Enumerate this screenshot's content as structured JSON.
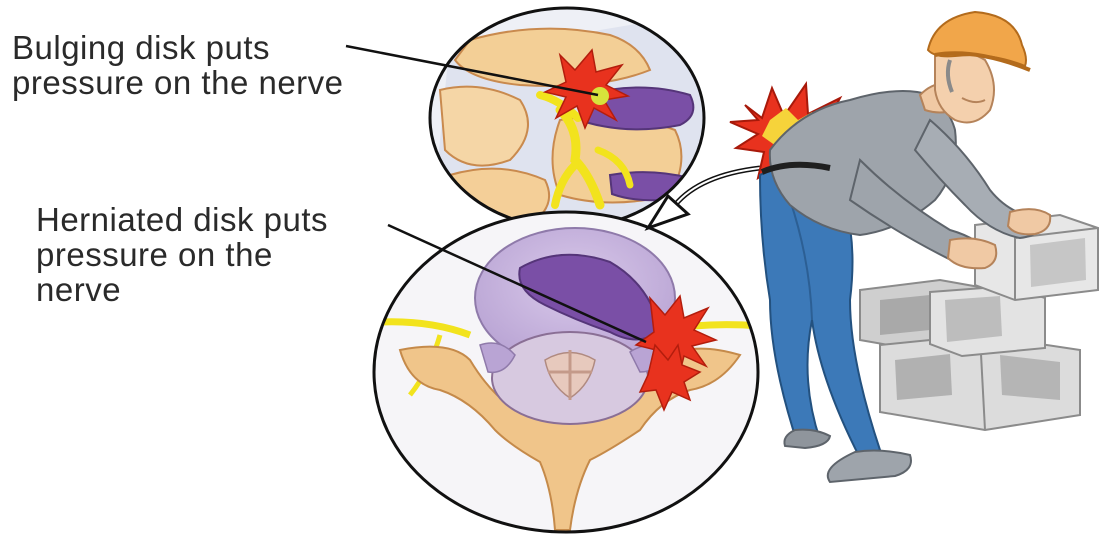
{
  "labels": {
    "bulging": "Bulging disk puts\npressure on the nerve",
    "herniated": "Herniated disk puts\npressure on the\nnerve"
  },
  "icons": [
    "bulging-disk-spine-illustration",
    "herniated-disk-cross-section-illustration",
    "pain-burst-icon",
    "worker-lifting-illustration",
    "cinder-blocks-illustration",
    "pointer-arrow-icon"
  ],
  "colors": {
    "disk": "#7a4fa6",
    "bone": "#f0c58a",
    "nerve": "#f2e31d",
    "pain": "#e8321e",
    "shirt": "#9ea4ab",
    "jeans": "#3c79b8",
    "hardhat": "#f1a64a",
    "block": "#d6d6d6"
  }
}
